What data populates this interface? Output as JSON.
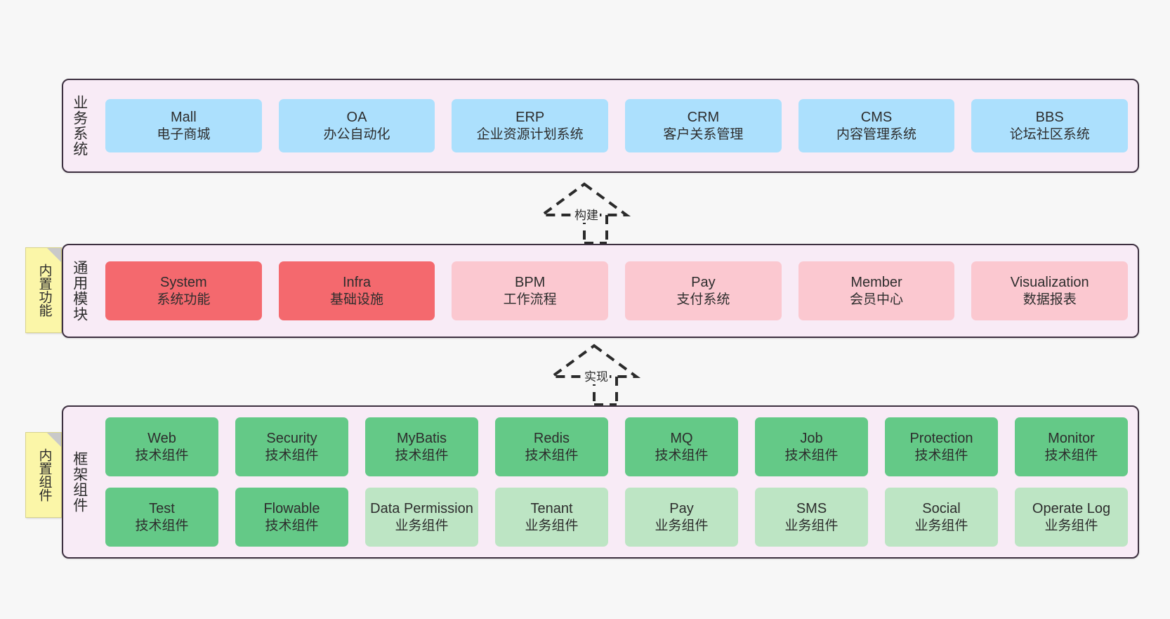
{
  "diagram": {
    "title": "",
    "colors": {
      "background": "#f7f7f7",
      "band_fill": "#f8ebf6",
      "band_border": "#3d3040",
      "blue": "#ace0fd",
      "red": "#f4696e",
      "pink": "#fbc8d0",
      "green": "#64c987",
      "light_green": "#bde5c4",
      "note_yellow": "#fbf6a8"
    }
  },
  "layers": {
    "business": {
      "title": "业务系统",
      "cards": [
        {
          "name": "Mall",
          "desc": "电子商城"
        },
        {
          "name": "OA",
          "desc": "办公自动化"
        },
        {
          "name": "ERP",
          "desc": "企业资源计划系统"
        },
        {
          "name": "CRM",
          "desc": "客户关系管理"
        },
        {
          "name": "CMS",
          "desc": "内容管理系统"
        },
        {
          "name": "BBS",
          "desc": "论坛社区系统"
        }
      ]
    },
    "modules": {
      "title": "通用模块",
      "note": "内置功能",
      "cards": [
        {
          "name": "System",
          "desc": "系统功能",
          "style": "red"
        },
        {
          "name": "Infra",
          "desc": "基础设施",
          "style": "red"
        },
        {
          "name": "BPM",
          "desc": "工作流程",
          "style": "pink"
        },
        {
          "name": "Pay",
          "desc": "支付系统",
          "style": "pink"
        },
        {
          "name": "Member",
          "desc": "会员中心",
          "style": "pink"
        },
        {
          "name": "Visualization",
          "desc": "数据报表",
          "style": "pink"
        }
      ]
    },
    "framework": {
      "title": "框架组件",
      "note": "内置组件",
      "row1": [
        {
          "name": "Web",
          "desc": "技术组件"
        },
        {
          "name": "Security",
          "desc": "技术组件"
        },
        {
          "name": "MyBatis",
          "desc": "技术组件"
        },
        {
          "name": "Redis",
          "desc": "技术组件"
        },
        {
          "name": "MQ",
          "desc": "技术组件"
        },
        {
          "name": "Job",
          "desc": "技术组件"
        },
        {
          "name": "Protection",
          "desc": "技术组件"
        },
        {
          "name": "Monitor",
          "desc": "技术组件"
        }
      ],
      "row2": [
        {
          "name": "Test",
          "desc": "技术组件",
          "style": "green"
        },
        {
          "name": "Flowable",
          "desc": "技术组件",
          "style": "green"
        },
        {
          "name": "Data Permission",
          "desc": "业务组件",
          "style": "lgreen"
        },
        {
          "name": "Tenant",
          "desc": "业务组件",
          "style": "lgreen"
        },
        {
          "name": "Pay",
          "desc": "业务组件",
          "style": "lgreen"
        },
        {
          "name": "SMS",
          "desc": "业务组件",
          "style": "lgreen"
        },
        {
          "name": "Social",
          "desc": "业务组件",
          "style": "lgreen"
        },
        {
          "name": "Operate Log",
          "desc": "业务组件",
          "style": "lgreen"
        }
      ]
    }
  },
  "connectors": [
    {
      "label": "构建",
      "from": "通用模块",
      "to": "业务系统",
      "style": "dashed-hollow-triangle"
    },
    {
      "label": "实现",
      "from": "框架组件",
      "to": "通用模块",
      "style": "dashed-hollow-triangle"
    }
  ]
}
